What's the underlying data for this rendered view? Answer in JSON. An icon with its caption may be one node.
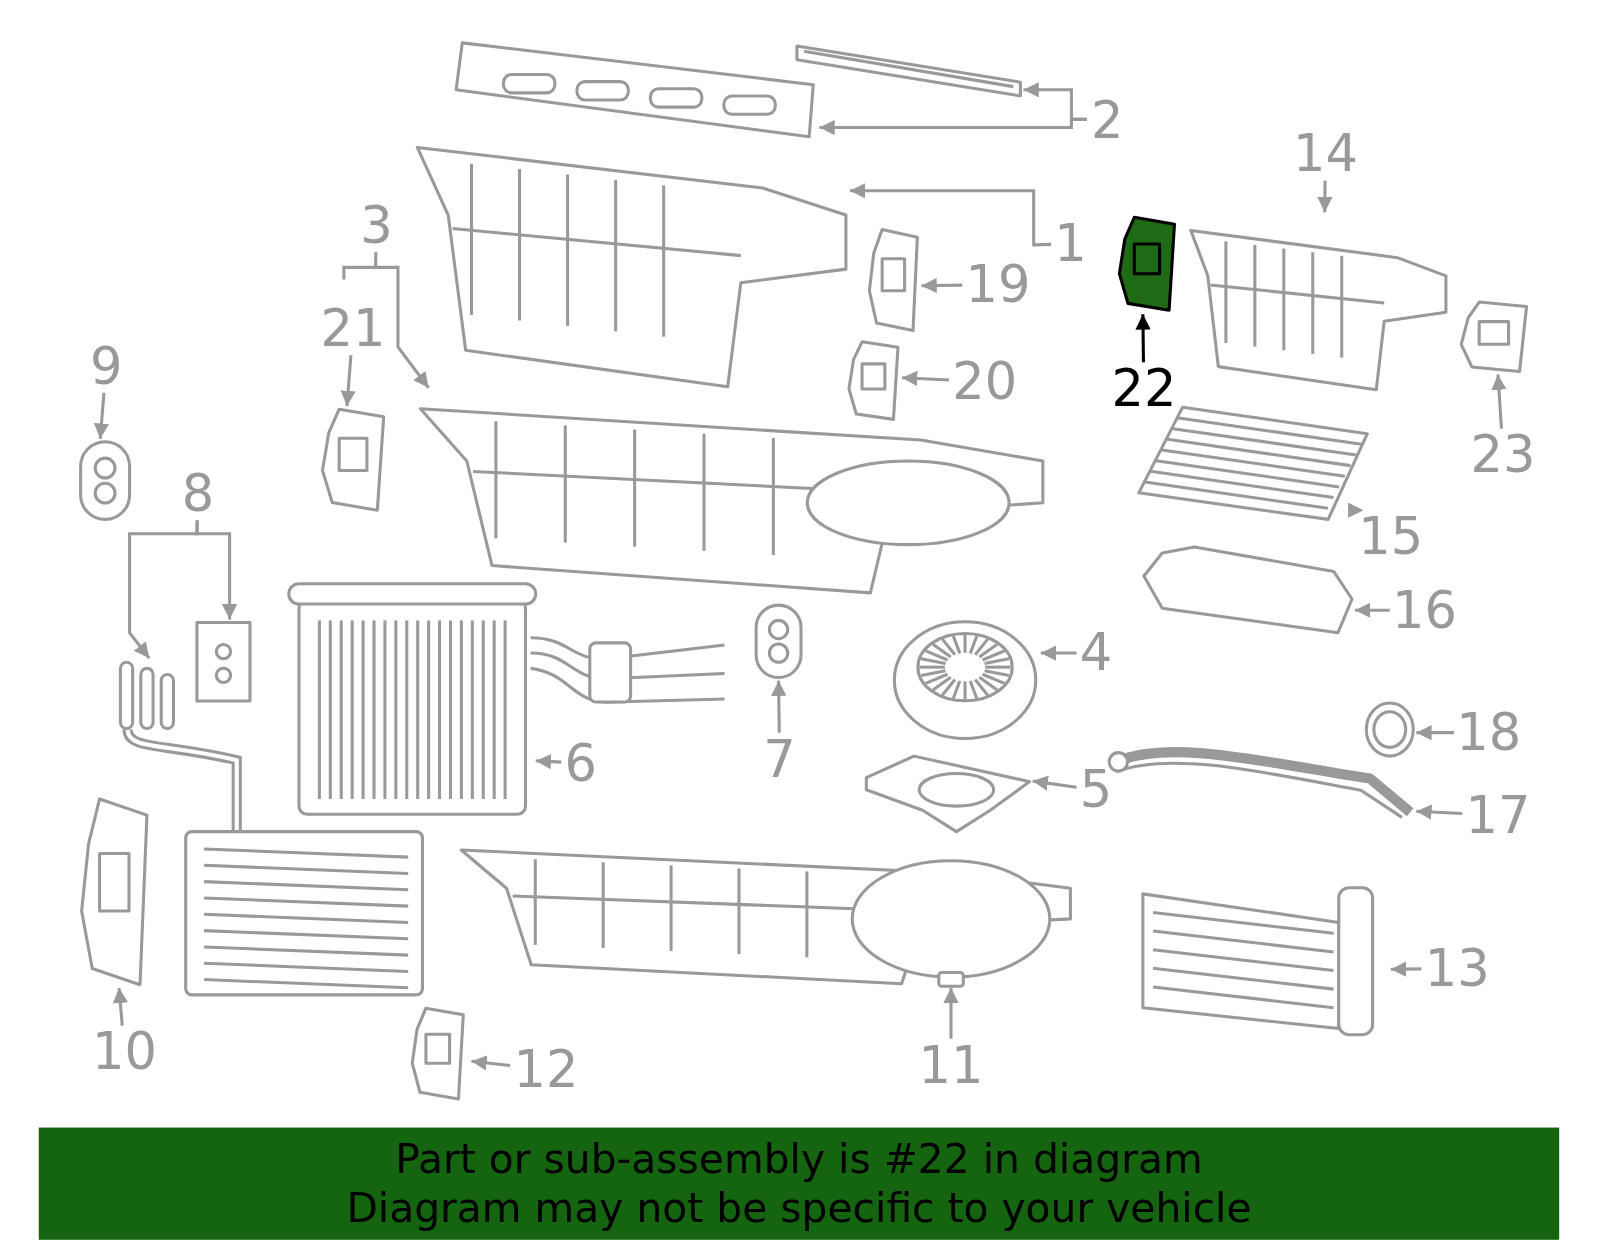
{
  "diagram": {
    "nodes": [
      {
        "text": [
          "2"
        ]
      },
      {
        "text": [],
        "shape": "picture"
      },
      {
        "text": [],
        "shape": "picture"
      },
      {
        "text": [
          "1"
        ]
      },
      {
        "text": [],
        "shape": "picture"
      },
      {
        "text": [
          "14"
        ]
      },
      {
        "text": [],
        "shape": "picture"
      },
      {
        "text": [
          "19"
        ]
      },
      {
        "text": [],
        "shape": "picture"
      },
      {
        "text": [
          "22"
        ]
      },
      {
        "text": [],
        "shape": "picture"
      },
      {
        "text": [
          "3"
        ]
      },
      {
        "text": [
          "21"
        ]
      },
      {
        "text": [],
        "shape": "picture"
      },
      {
        "text": [],
        "shape": "picture"
      },
      {
        "text": [
          "20"
        ]
      },
      {
        "text": [],
        "shape": "picture"
      },
      {
        "text": [
          "23"
        ]
      },
      {
        "text": [],
        "shape": "picture"
      },
      {
        "text": [
          "9"
        ]
      },
      {
        "text": [],
        "shape": "picture"
      },
      {
        "text": [
          "8"
        ]
      },
      {
        "text": [
          "15"
        ]
      },
      {
        "text": [],
        "shape": "picture"
      },
      {
        "text": [],
        "shape": "picture"
      },
      {
        "text": [],
        "shape": "picture"
      },
      {
        "text": [
          "16"
        ]
      },
      {
        "text": [],
        "shape": "picture"
      },
      {
        "text": [
          "4"
        ]
      },
      {
        "text": [],
        "shape": "picture"
      },
      {
        "text": [],
        "shape": "picture"
      },
      {
        "text": [
          "6"
        ]
      },
      {
        "text": [],
        "shape": "picture"
      },
      {
        "text": [
          "7"
        ]
      },
      {
        "text": [
          "18"
        ]
      },
      {
        "text": [],
        "shape": "picture"
      },
      {
        "text": [
          "5"
        ]
      },
      {
        "text": [],
        "shape": "picture"
      },
      {
        "text": [],
        "shape": "picture"
      },
      {
        "text": [
          "17"
        ]
      },
      {
        "text": [],
        "shape": "picture"
      },
      {
        "text": [
          "10"
        ]
      },
      {
        "text": [],
        "shape": "picture"
      },
      {
        "text": [
          "11"
        ]
      },
      {
        "text": [],
        "shape": "picture"
      },
      {
        "text": [
          "12"
        ]
      },
      {
        "text": [],
        "shape": "picture"
      },
      {
        "text": [
          "13"
        ]
      },
      {
        "text": [
          "Part or sub-assembly is #22 in diagram",
          "Diagram may not be specific to your vehicle"
        ]
      }
    ],
    "edges": [
      {
        "from": 0,
        "to": 1,
        "arrow": "to"
      },
      {
        "from": 0,
        "to": 2,
        "arrow": "to"
      },
      {
        "from": 3,
        "to": 4,
        "arrow": "to"
      },
      {
        "from": 5,
        "to": 6,
        "arrow": "to"
      },
      {
        "from": 7,
        "to": 8,
        "arrow": "to"
      },
      {
        "from": 9,
        "to": 10,
        "arrow": "to",
        "color": "#000000"
      },
      {
        "from": 11,
        "to": 14,
        "arrow": "to"
      },
      {
        "from": 12,
        "to": 13,
        "arrow": "to"
      },
      {
        "from": 15,
        "to": 16,
        "arrow": "to"
      },
      {
        "from": 17,
        "to": 18,
        "arrow": "to"
      },
      {
        "from": 19,
        "to": 20,
        "arrow": "to"
      },
      {
        "from": 21,
        "to": 25,
        "arrow": "to"
      },
      {
        "from": 21,
        "to": 24,
        "arrow": "to"
      },
      {
        "from": 22,
        "to": 23,
        "arrow": "to"
      },
      {
        "from": 26,
        "to": 27,
        "arrow": "to"
      },
      {
        "from": 28,
        "to": 29,
        "arrow": "to"
      },
      {
        "from": 31,
        "to": 30,
        "arrow": "to"
      },
      {
        "from": 33,
        "to": 32,
        "arrow": "to"
      },
      {
        "from": 34,
        "to": 35,
        "arrow": "to"
      },
      {
        "from": 36,
        "to": 37,
        "arrow": "to"
      },
      {
        "from": 39,
        "to": 38,
        "arrow": "to"
      },
      {
        "from": 41,
        "to": 40,
        "arrow": "to"
      },
      {
        "from": 43,
        "to": 42,
        "arrow": "to"
      },
      {
        "from": 45,
        "to": 44,
        "arrow": "to"
      },
      {
        "from": 47,
        "to": 46,
        "arrow": "to"
      }
    ]
  }
}
